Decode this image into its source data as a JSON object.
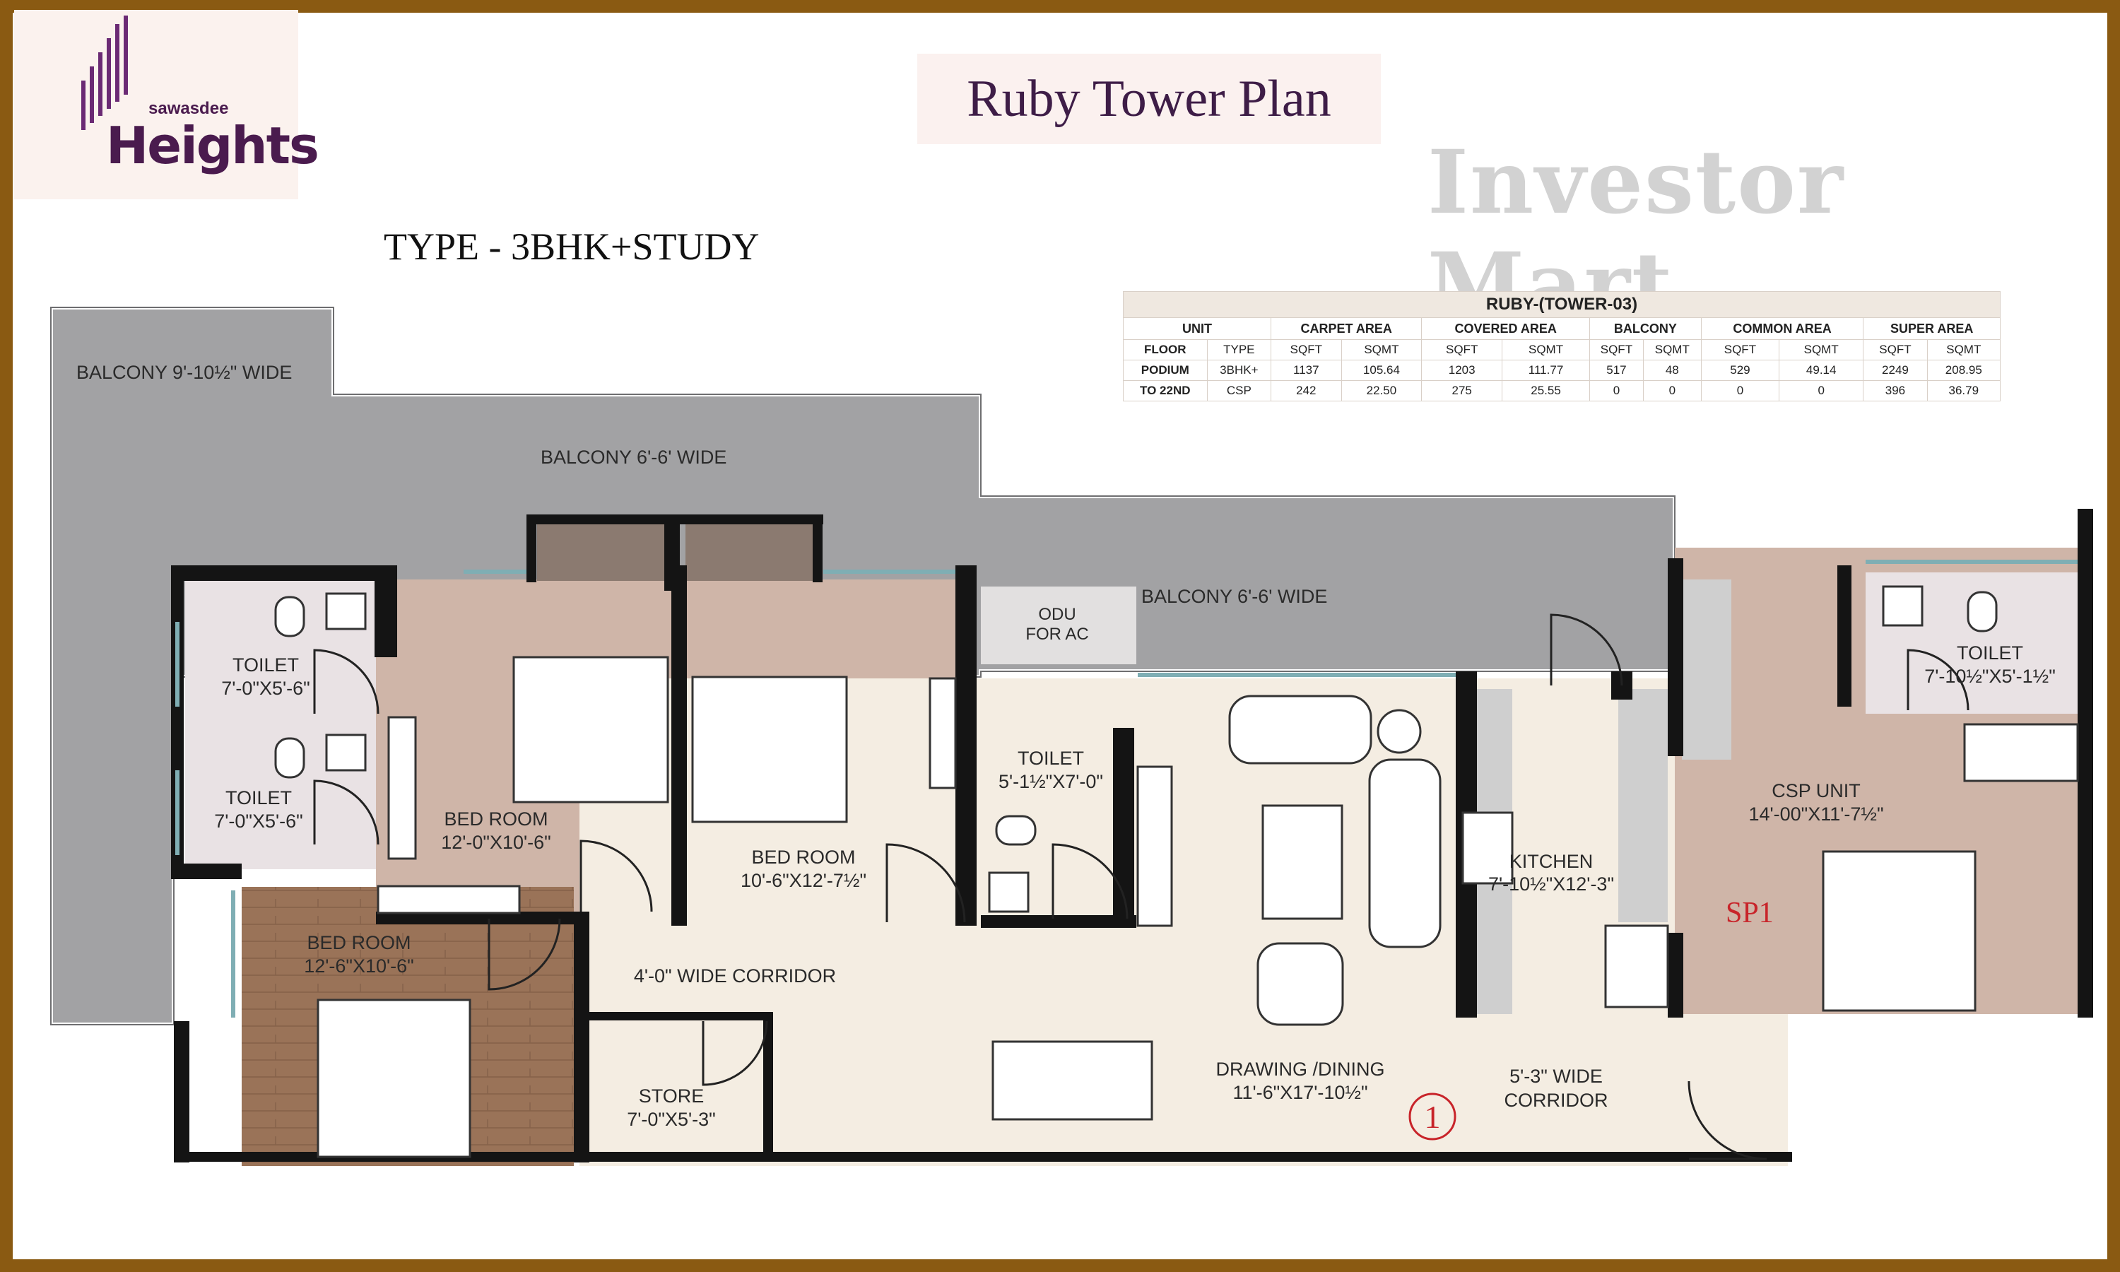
{
  "logo": {
    "brand_small": "sawasdee",
    "brand_big": "Heights"
  },
  "title": "Ruby Tower Plan",
  "watermark": "Investor Mart",
  "type_label": "TYPE - 3BHK+STUDY",
  "area_table": {
    "title": "RUBY-(TOWER-03)",
    "header_groups": [
      "UNIT",
      "CARPET AREA",
      "COVERED AREA",
      "BALCONY",
      "COMMON AREA",
      "SUPER AREA"
    ],
    "sub_headers": [
      "FLOOR",
      "TYPE",
      "SQFT",
      "SQMT",
      "SQFT",
      "SQMT",
      "SQFT",
      "SQMT",
      "SQFT",
      "SQMT",
      "SQFT",
      "SQMT"
    ],
    "rows": [
      [
        "PODIUM",
        "3BHK+",
        "1137",
        "105.64",
        "1203",
        "111.77",
        "517",
        "48",
        "529",
        "49.14",
        "2249",
        "208.95"
      ],
      [
        "TO 22ND",
        "CSP",
        "242",
        "22.50",
        "275",
        "25.55",
        "0",
        "0",
        "0",
        "0",
        "396",
        "36.79"
      ]
    ]
  },
  "rooms": {
    "balcony_west": {
      "name": "BALCONY 9'-10½\" WIDE"
    },
    "balcony_mid": {
      "name": "BALCONY 6'-6' WIDE"
    },
    "balcony_east": {
      "name": "BALCONY 6'-6' WIDE"
    },
    "odu": {
      "line1": "ODU",
      "line2": "FOR AC"
    },
    "toilet_1": {
      "name": "TOILET",
      "dim": "7'-0\"X5'-6\""
    },
    "toilet_2": {
      "name": "TOILET",
      "dim": "7'-0\"X5'-6\""
    },
    "toilet_3": {
      "name": "TOILET",
      "dim": "5'-1½\"X7'-0\""
    },
    "toilet_csp": {
      "name": "TOILET",
      "dim": "7'-10½\"X5'-1½\""
    },
    "bedroom_1": {
      "name": "BED ROOM",
      "dim": "12'-0\"X10'-6\""
    },
    "bedroom_2": {
      "name": "BED ROOM",
      "dim": "10'-6\"X12'-7½\""
    },
    "bedroom_3": {
      "name": "BED ROOM",
      "dim": "12'-6\"X10'-6\""
    },
    "kitchen": {
      "name": "KITCHEN",
      "dim": "7'-10½\"X12'-3\""
    },
    "csp_unit": {
      "name": "CSP UNIT",
      "dim": "14'-00\"X11'-7½\""
    },
    "corridor_1": {
      "name": "4'-0\" WIDE CORRIDOR"
    },
    "corridor_2": {
      "line1": "5'-3\" WIDE",
      "line2": "CORRIDOR"
    },
    "store": {
      "name": "STORE",
      "dim": "7'-0\"X5'-3\""
    },
    "drawing": {
      "name": "DRAWING /DINING",
      "dim": "11'-6\"X17'-10½\""
    }
  },
  "markers": {
    "unit_number": "1",
    "sp_label": "SP1"
  }
}
